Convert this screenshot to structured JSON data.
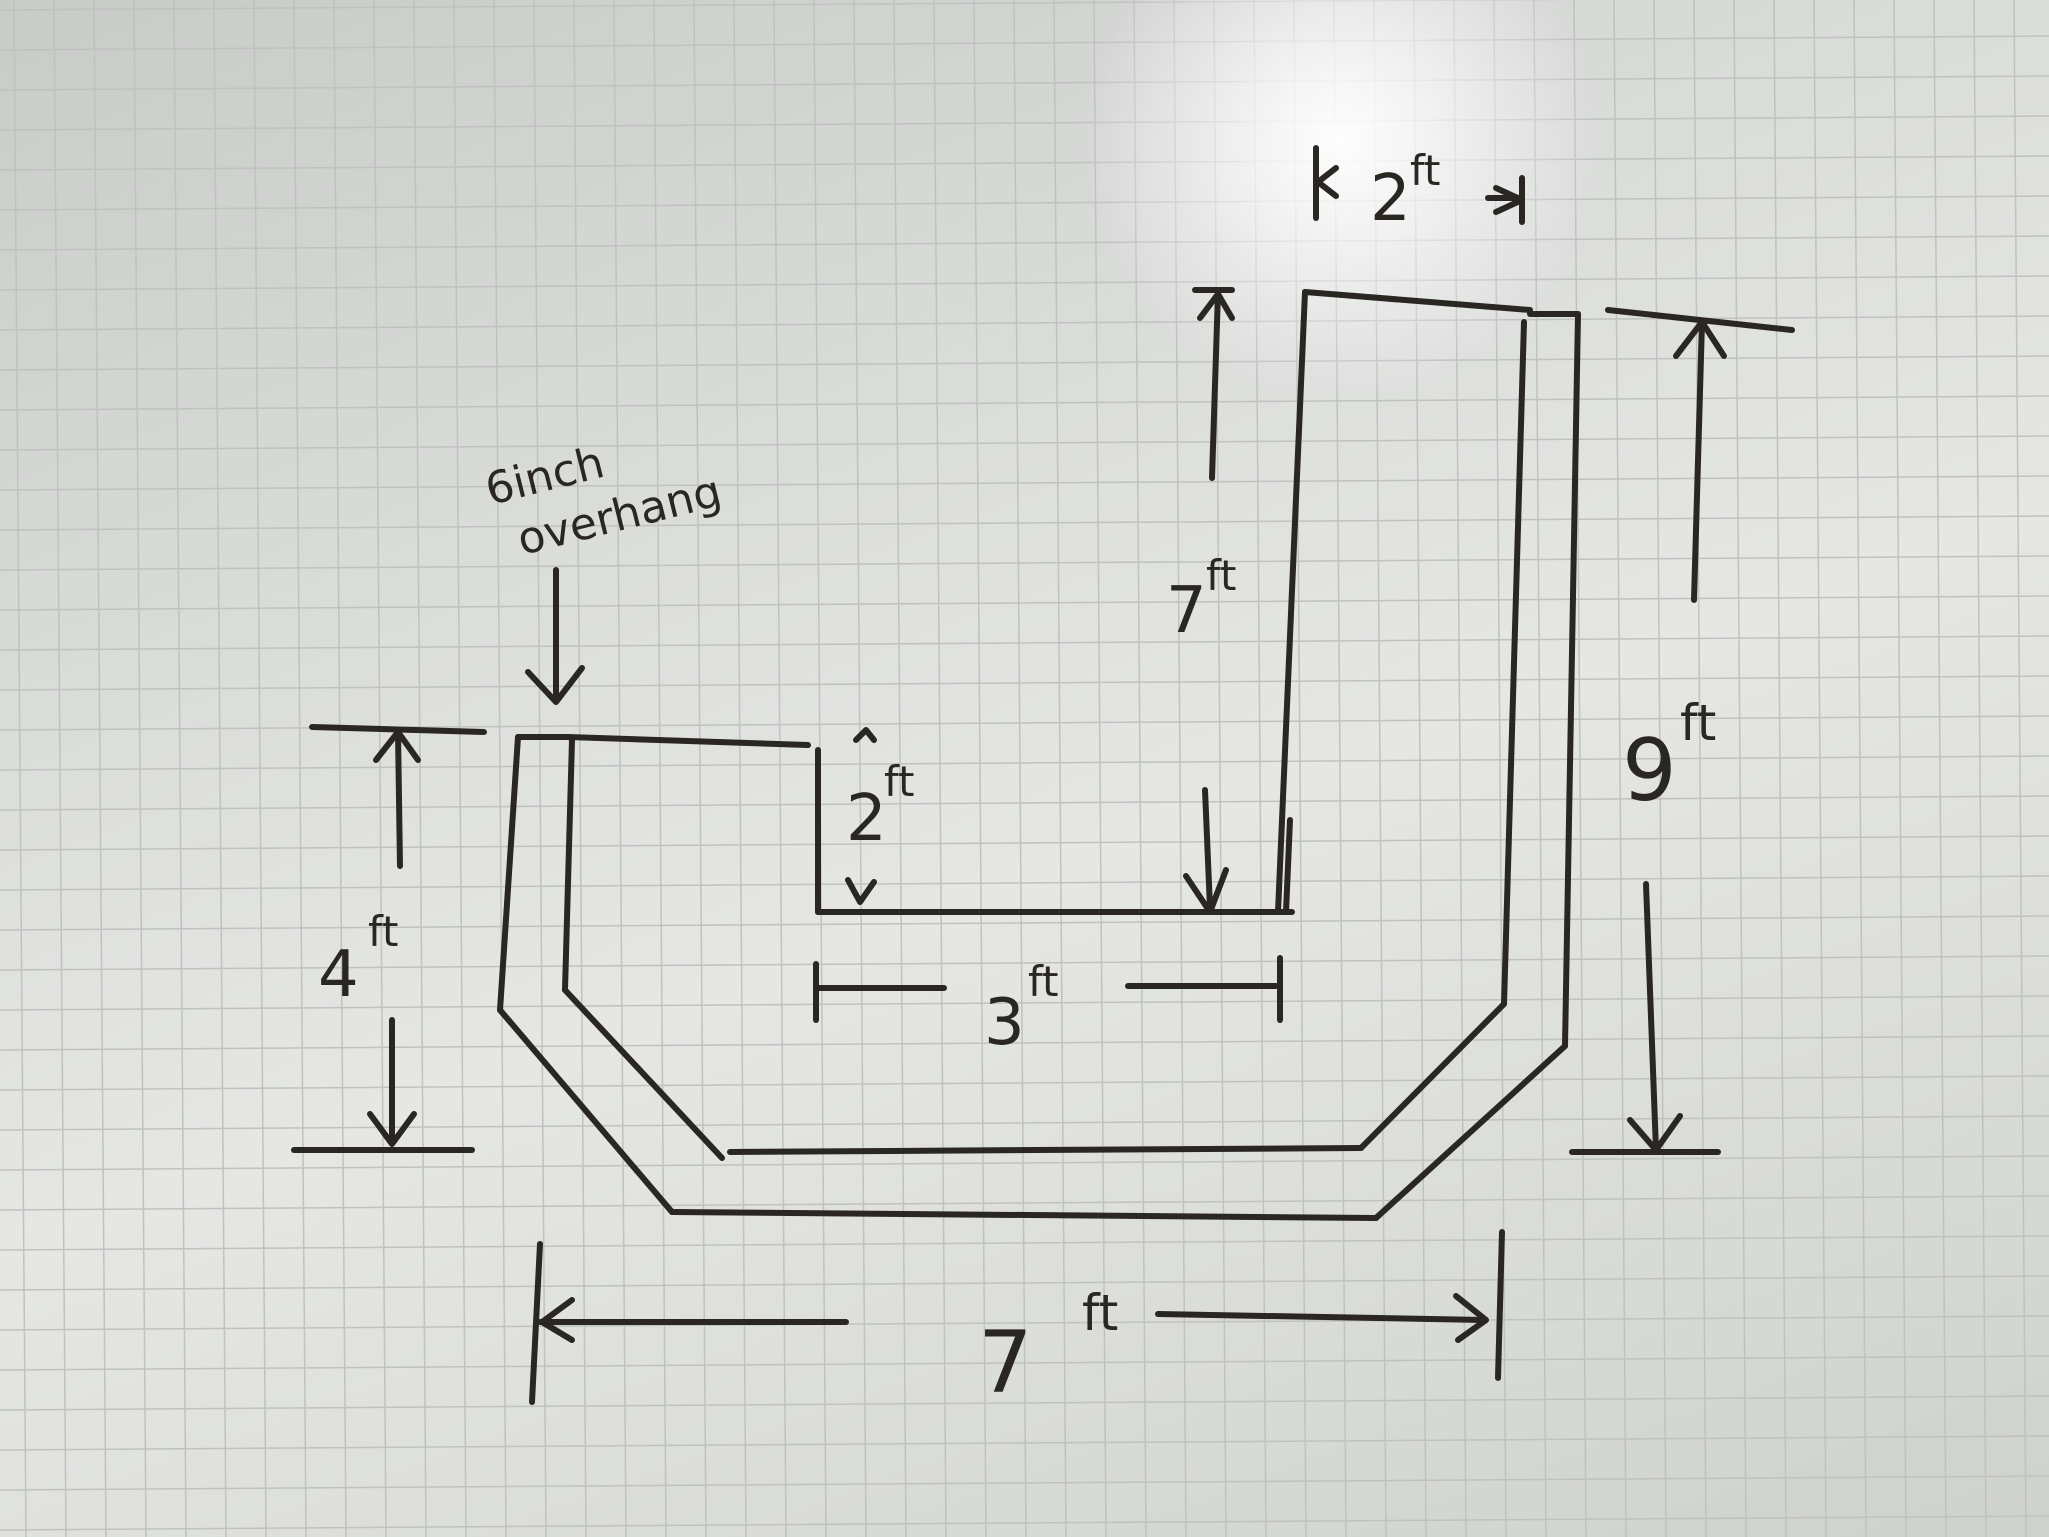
{
  "annotation": {
    "line1": "6inch",
    "line2": "overhang"
  },
  "dimensions": {
    "top_width": {
      "value": "2",
      "unit": "ft"
    },
    "right_inner_height": {
      "value": "7",
      "unit": "ft"
    },
    "right_outer_height": {
      "value": "9",
      "unit": "ft"
    },
    "left_height": {
      "value": "4",
      "unit": "ft"
    },
    "small_return_height": {
      "value": "2",
      "unit": "ft"
    },
    "inner_gap_width": {
      "value": "3",
      "unit": "ft"
    },
    "bottom_width": {
      "value": "7",
      "unit": "ft"
    }
  },
  "colors": {
    "ink": "#2a2622",
    "board": "#dcdedc",
    "grid": "#bfc2bf"
  }
}
